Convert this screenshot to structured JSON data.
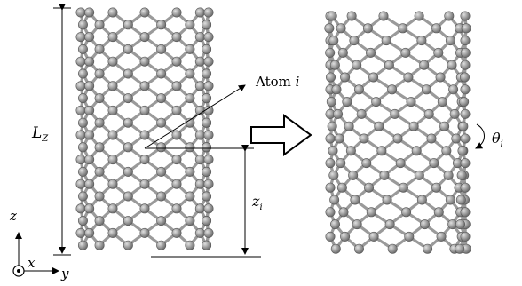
{
  "figure": {
    "label_lz_main": "L",
    "label_lz_sub": "Z",
    "label_atom_word": "Atom",
    "label_atom_index": "i",
    "label_zi_main": "z",
    "label_zi_sub": "i",
    "label_theta_main": "θ",
    "label_theta_sub": "i",
    "axis_z": "z",
    "axis_x": "x",
    "axis_y": "y"
  },
  "colors": {
    "atom_fill": "#8c8c8c",
    "atom_highlight": "#d9d9d9",
    "bond": "#9a9a9a",
    "line": "#000000",
    "background": "#ffffff"
  },
  "icons": [
    "right-arrow-icon",
    "rotation-arrow-icon",
    "axes-triad-icon"
  ]
}
